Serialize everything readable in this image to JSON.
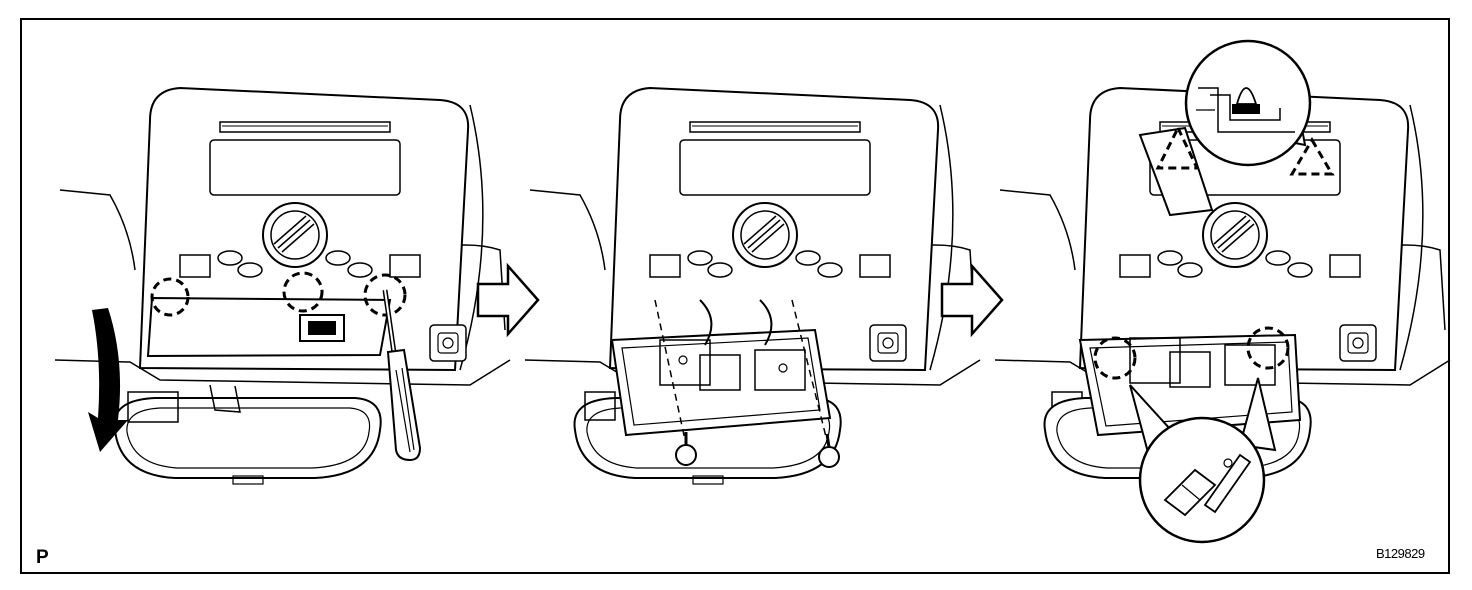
{
  "figure": {
    "corner_label": "P",
    "figure_id": "B129829"
  },
  "steps": [
    {
      "panel": "remove-cover",
      "clip_markers": 3,
      "tool": "screwdriver"
    },
    {
      "panel": "remove-screws",
      "screws": 2
    },
    {
      "panel": "disengage-clips",
      "clip_markers": 2,
      "triangle_markers": 2,
      "detail_callouts": 2
    }
  ],
  "colors": {
    "line": "#000000",
    "background": "#ffffff"
  }
}
